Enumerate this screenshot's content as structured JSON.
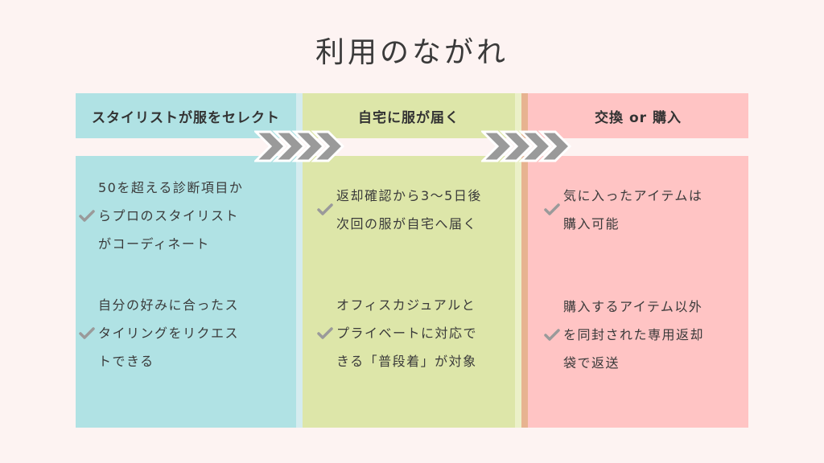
{
  "title": "利用のながれ",
  "colors": {
    "background": "#fdf3f2",
    "col1_header": "#b0e2e4",
    "col1_body": "#b0e2e4",
    "col1_strip": "#d4ecef",
    "col2_header": "#dde6a9",
    "col2_body": "#dde6a9",
    "col2_strip": "#ebf0c8",
    "col3_header": "#ffc4c4",
    "col3_body": "#ffc4c4",
    "col3_strip": "#e7b390",
    "check": "#9a9a9a",
    "arrow_fill": "#9a9a9a",
    "arrow_stroke": "#ffffff"
  },
  "steps": [
    {
      "label": "スタイリストが服をセレクト",
      "items": [
        {
          "lines": [
            "50を超える診断項目か",
            "らプロのスタイリスト",
            "がコーディネート"
          ]
        },
        {
          "lines": [
            "自分の好みに合ったス",
            "タイリングをリクエス",
            "トできる"
          ]
        }
      ]
    },
    {
      "label": "自宅に服が届く",
      "items": [
        {
          "lines": [
            "返却確認から3〜5日後",
            "次回の服が自宅へ届く"
          ]
        },
        {
          "lines": [
            "オフィスカジュアルと",
            "プライベートに対応で",
            "きる「普段着」が対象"
          ]
        }
      ]
    },
    {
      "label": "交換 or 購入",
      "items": [
        {
          "lines": [
            "気に入ったアイテムは",
            "購入可能"
          ]
        },
        {
          "lines": [
            "購入するアイテム以外",
            "を同封された専用返却",
            "袋で返送"
          ]
        }
      ]
    }
  ],
  "icons": {
    "check": "check-icon",
    "arrow": "chevron-right-icon"
  }
}
